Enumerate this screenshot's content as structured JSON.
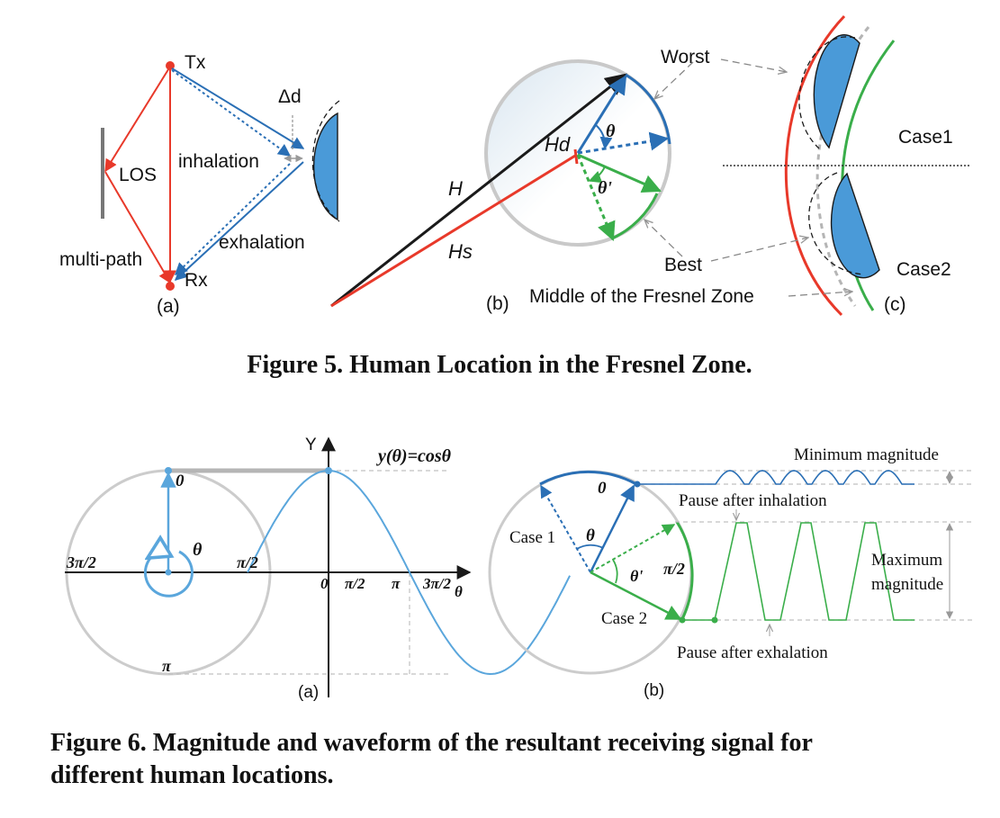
{
  "colors": {
    "red": "#e8392a",
    "blue": "#2a6fb5",
    "light_blue": "#5aa6dc",
    "human_fill": "#4a9ad8",
    "green": "#3aae4a",
    "dark": "#1a1a1a",
    "circle": "#cccccc",
    "dashed_gray": "#b5b5b5"
  },
  "fig5": {
    "caption": "Figure 5. Human Location in the Fresnel Zone.",
    "a": {
      "tx": "Tx",
      "rx": "Rx",
      "delta_d": "Δd",
      "los": "LOS",
      "inhalation": "inhalation",
      "exhalation": "exhalation",
      "multipath": "multi-path",
      "panel": "(a)"
    },
    "b": {
      "H": "H",
      "Hs": "Hs",
      "Hd": "Hd",
      "theta": "θ",
      "theta_prime": "θ'",
      "worst": "Worst",
      "best": "Best",
      "panel": "(b)",
      "middle": "Middle of the Fresnel Zone"
    },
    "c": {
      "case1": "Case1",
      "case2": "Case2",
      "panel": "(c)"
    }
  },
  "fig6": {
    "caption_line1": "Figure 6. Magnitude and waveform of the resultant receiving signal for",
    "caption_line2": "different human locations.",
    "a": {
      "y_axis": "Y",
      "equation": "y(θ)=cosθ",
      "zero_top": "0",
      "theta": "θ",
      "three_pi_half_left": "3π/2",
      "pi_half_left": "π/2",
      "pi_bottom": "π",
      "tick_0": "0",
      "tick_pi_half": "π/2",
      "tick_pi": "π",
      "tick_3pi_half": "3π/2",
      "theta_axis": "θ",
      "panel": "(a)"
    },
    "b": {
      "zero": "0",
      "theta": "θ",
      "theta_prime": "θ'",
      "pi_half": "π/2",
      "case1": "Case 1",
      "case2": "Case 2",
      "min_mag": "Minimum magnitude",
      "pause_inh": "Pause after inhalation",
      "max_mag_1": "Maximum",
      "max_mag_2": "magnitude",
      "pause_exh": "Pause after exhalation",
      "panel": "(b)"
    }
  }
}
